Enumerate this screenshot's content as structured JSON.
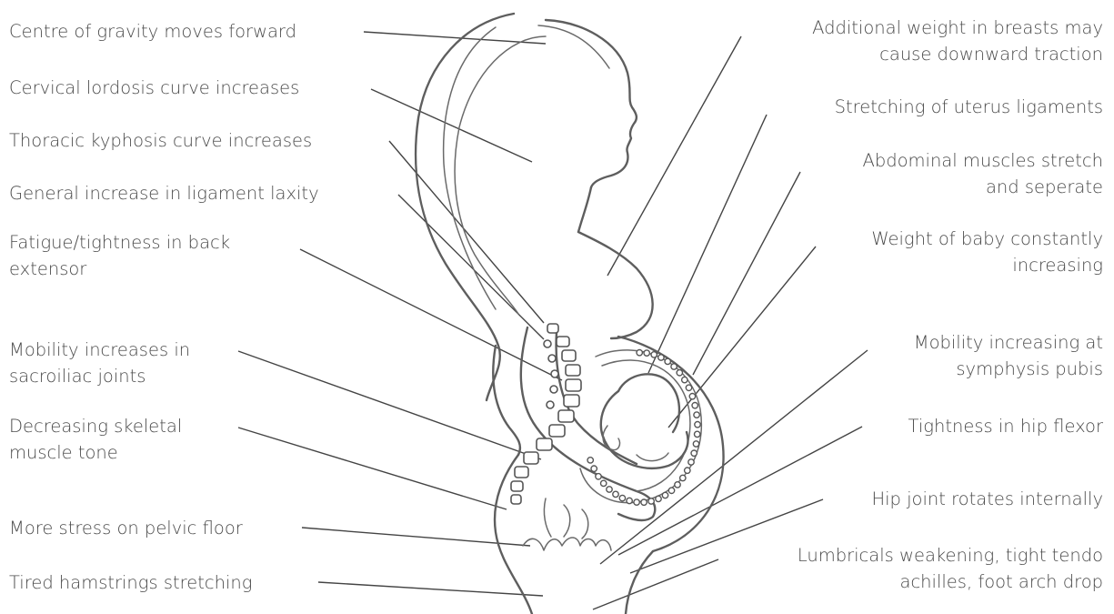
{
  "labels_left": [
    {
      "id": "gravity",
      "lines": [
        "Centre of gravity moves forward"
      ]
    },
    {
      "id": "cervical",
      "lines": [
        "Cervical lordosis curve increases"
      ]
    },
    {
      "id": "thoracic",
      "lines": [
        "Thoracic kyphosis curve increases"
      ]
    },
    {
      "id": "laxity",
      "lines": [
        "General increase in ligament laxity"
      ]
    },
    {
      "id": "fatigue",
      "lines": [
        "Fatigue/tightness in back",
        "extensor"
      ]
    },
    {
      "id": "sacroiliac",
      "lines": [
        "Mobility increases in",
        "sacroiliac joints"
      ]
    },
    {
      "id": "skeletal",
      "lines": [
        "Decreasing skeletal",
        "muscle tone"
      ]
    },
    {
      "id": "pelvic",
      "lines": [
        "More stress on pelvic floor"
      ]
    },
    {
      "id": "hamstrings",
      "lines": [
        "Tired hamstrings stretching"
      ]
    }
  ],
  "labels_right": [
    {
      "id": "breasts",
      "lines": [
        "Additional weight in breasts may",
        "cause downward traction"
      ]
    },
    {
      "id": "uterus",
      "lines": [
        "Stretching of uterus ligaments"
      ]
    },
    {
      "id": "abdominal",
      "lines": [
        "Abdominal muscles stretch",
        "and seperate"
      ]
    },
    {
      "id": "baby",
      "lines": [
        "Weight of baby constantly",
        "increasing"
      ]
    },
    {
      "id": "symphysis",
      "lines": [
        "Mobility increasing at",
        "symphysis pubis"
      ]
    },
    {
      "id": "hipflexor",
      "lines": [
        "Tightness in hip flexor"
      ]
    },
    {
      "id": "hiprotate",
      "lines": [
        "Hip joint rotates internally"
      ]
    },
    {
      "id": "lumbricals",
      "lines": [
        "Lumbricals weakening, tight tendo",
        "achilles, foot arch drop"
      ]
    }
  ]
}
